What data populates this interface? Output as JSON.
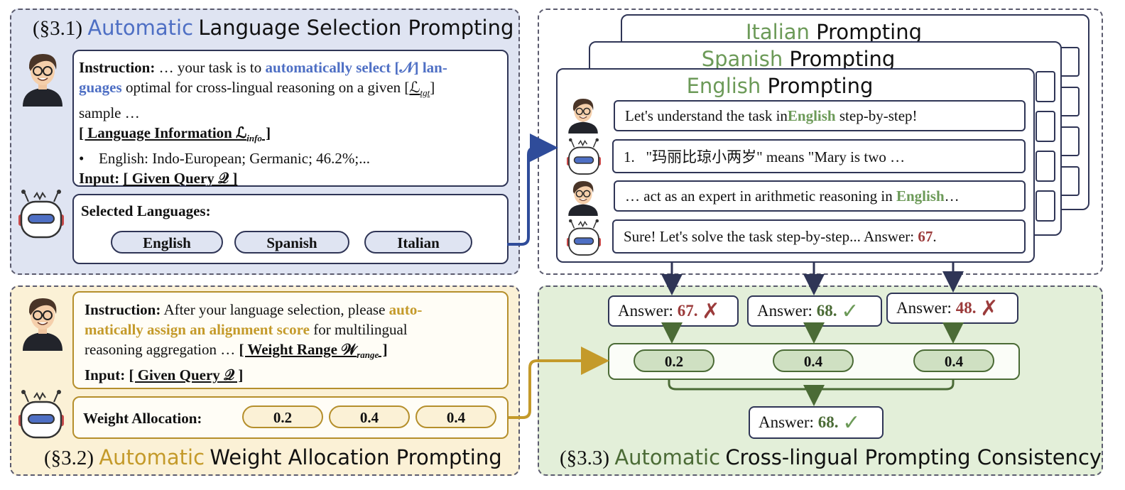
{
  "colors": {
    "blue": "#4e6fc4",
    "gold": "#c49a2a",
    "green": "#6c9a58",
    "dark_green": "#4b6b36",
    "red": "#9b3b3b",
    "arrow_blue": "#2f4c9a",
    "panel_blue": "#dfe4f2",
    "panel_yellow": "#fbf1d6",
    "panel_green": "#e3efd9"
  },
  "section1": {
    "sec": "(§3.1)",
    "auto": "Automatic",
    "rest": "Language Selection Prompting",
    "instruction": {
      "label": "Instruction:",
      "t1": "… your task is to",
      "hl1": "automatically select [𝒩] lan-",
      "hl2": "guages",
      "t2": "optimal for cross-lingual reasoning on a given [",
      "ltgt": "ℒ",
      "ltgt_sub": "tgt",
      "t2b": "]",
      "t3": "sample …",
      "info_head": "[ Language Information ℒ",
      "info_sub": "info",
      "info_close": " ]",
      "bullet": "•",
      "info_line": "English: Indo-European; Germanic; 46.2%;...",
      "input_label": "Input:",
      "input_val": "[ Given Query 𝒬 ]"
    },
    "selected": {
      "label": "Selected Languages:",
      "langs": [
        "English",
        "Spanish",
        "Italian"
      ]
    }
  },
  "section2": {
    "sec": "(§3.2)",
    "auto": "Automatic",
    "rest": "Weight Allocation Prompting",
    "instruction": {
      "label": "Instruction:",
      "t1": "After your language selection, please",
      "hl1": "auto-",
      "hl2": "matically assign an alignment score",
      "t2": "for multilingual",
      "t3": "reasoning aggregation …",
      "range": "[ Weight Range 𝒲",
      "range_sub": "range",
      "range_close": " ]",
      "input_label": "Input:",
      "input_val": "[ Given Query 𝒬 ]"
    },
    "weights": {
      "label": "Weight Allocation:",
      "values": [
        "0.2",
        "0.4",
        "0.4"
      ]
    }
  },
  "prompting": {
    "cards": [
      {
        "lang": "Italian",
        "word": "Prompting"
      },
      {
        "lang": "Spanish",
        "word": "Prompting"
      },
      {
        "lang": "English",
        "word": "Prompting"
      }
    ],
    "chat": [
      {
        "pre": "Let's understand the task in ",
        "hl": "English",
        "post": " step-by-step!"
      },
      {
        "pre": "1.   \"玛丽比琼小两岁\" means \"Mary is two …",
        "hl": "",
        "post": ""
      },
      {
        "pre": "… act as an expert in arithmetic reasoning in ",
        "hl": "English",
        "post": "…"
      },
      {
        "pre": "Sure! Let's solve the task step-by-step... Answer: ",
        "hl": "67",
        "post": "."
      }
    ]
  },
  "section3": {
    "sec": "(§3.3)",
    "auto": "Automatic",
    "rest": "Cross-lingual Prompting Consistency",
    "answers": [
      {
        "label": "Answer:",
        "value": "67",
        "mark": "✗",
        "correct": false
      },
      {
        "label": "Answer:",
        "value": "68",
        "mark": "✓",
        "correct": true
      },
      {
        "label": "Answer:",
        "value": "48",
        "mark": "✗",
        "correct": false
      }
    ],
    "weights": [
      "0.2",
      "0.4",
      "0.4"
    ],
    "final": {
      "label": "Answer:",
      "value": "68",
      "mark": "✓"
    }
  }
}
